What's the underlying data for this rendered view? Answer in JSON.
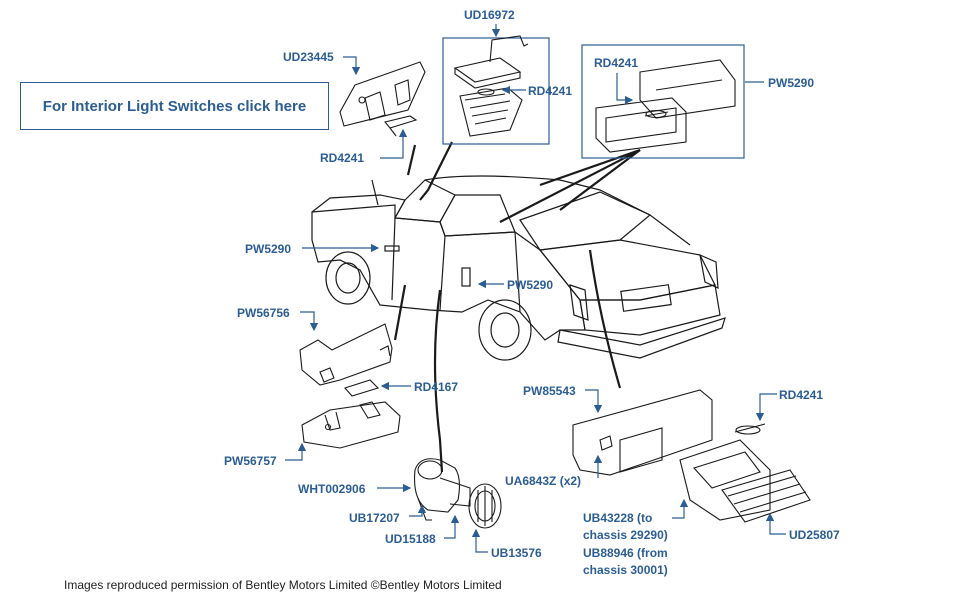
{
  "link_box": {
    "text": "For Interior Light Switches click here"
  },
  "labels": {
    "ud16972": "UD16972",
    "ud23445": "UD23445",
    "rd4241_top_mid": "RD4241",
    "rd4241_top_right": "RD4241",
    "pw5290_top_right": "PW5290",
    "rd4241_left": "RD4241",
    "pw5290_left": "PW5290",
    "pw5290_door": "PW5290",
    "pw56756": "PW56756",
    "rd4167": "RD4167",
    "pw56757": "PW56757",
    "wht002906": "WHT002906",
    "ub17207": "UB17207",
    "ud15188": "UD15188",
    "ub13576": "UB13576",
    "pw85543": "PW85543",
    "rd4241_bottom_right": "RD4241",
    "ua6843z": "UA6843Z (x2)",
    "ub43228": "UB43228 (to chassis 29290)",
    "ub88946": "UB88946 (from chassis 30001)",
    "ud25807": "UD25807"
  },
  "credit": "Images reproduced permission of Bentley Motors Limited ©Bentley Motors Limited",
  "colors": {
    "label": "#2b5d94",
    "line": "#1a1a1a",
    "border": "#2b5d94"
  }
}
